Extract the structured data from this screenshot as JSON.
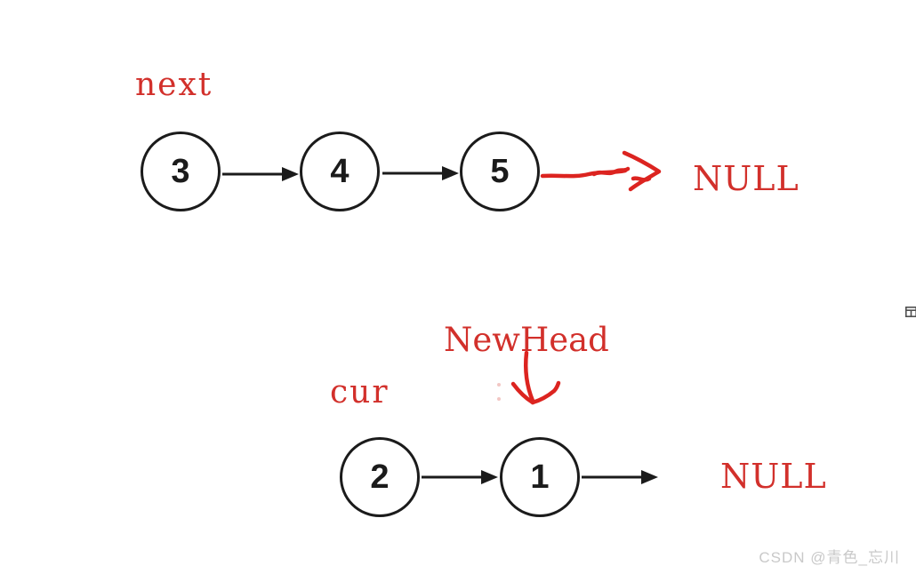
{
  "diagram": {
    "description_labels": {
      "next": "next",
      "cur": "cur",
      "newhead": "NewHead",
      "null_top": "NULL",
      "null_bottom": "NULL"
    },
    "top_list": {
      "nodes": [
        {
          "value": "3"
        },
        {
          "value": "4"
        },
        {
          "value": "5"
        }
      ],
      "tail_points_to": "NULL"
    },
    "bottom_list": {
      "nodes": [
        {
          "value": "2"
        },
        {
          "value": "1"
        }
      ],
      "tail_points_to": "NULL"
    },
    "colors": {
      "annotation_red_text": "#d2302b",
      "annotation_red_stroke": "#dc2420",
      "node_stroke_black": "#1b1b1b",
      "watermark_gray": "#c9c9c9",
      "corner_icon_gray": "#4f4f4f"
    }
  },
  "icons": {
    "corner": "table-icon"
  },
  "watermark": {
    "text": "CSDN @青色_忘川"
  }
}
